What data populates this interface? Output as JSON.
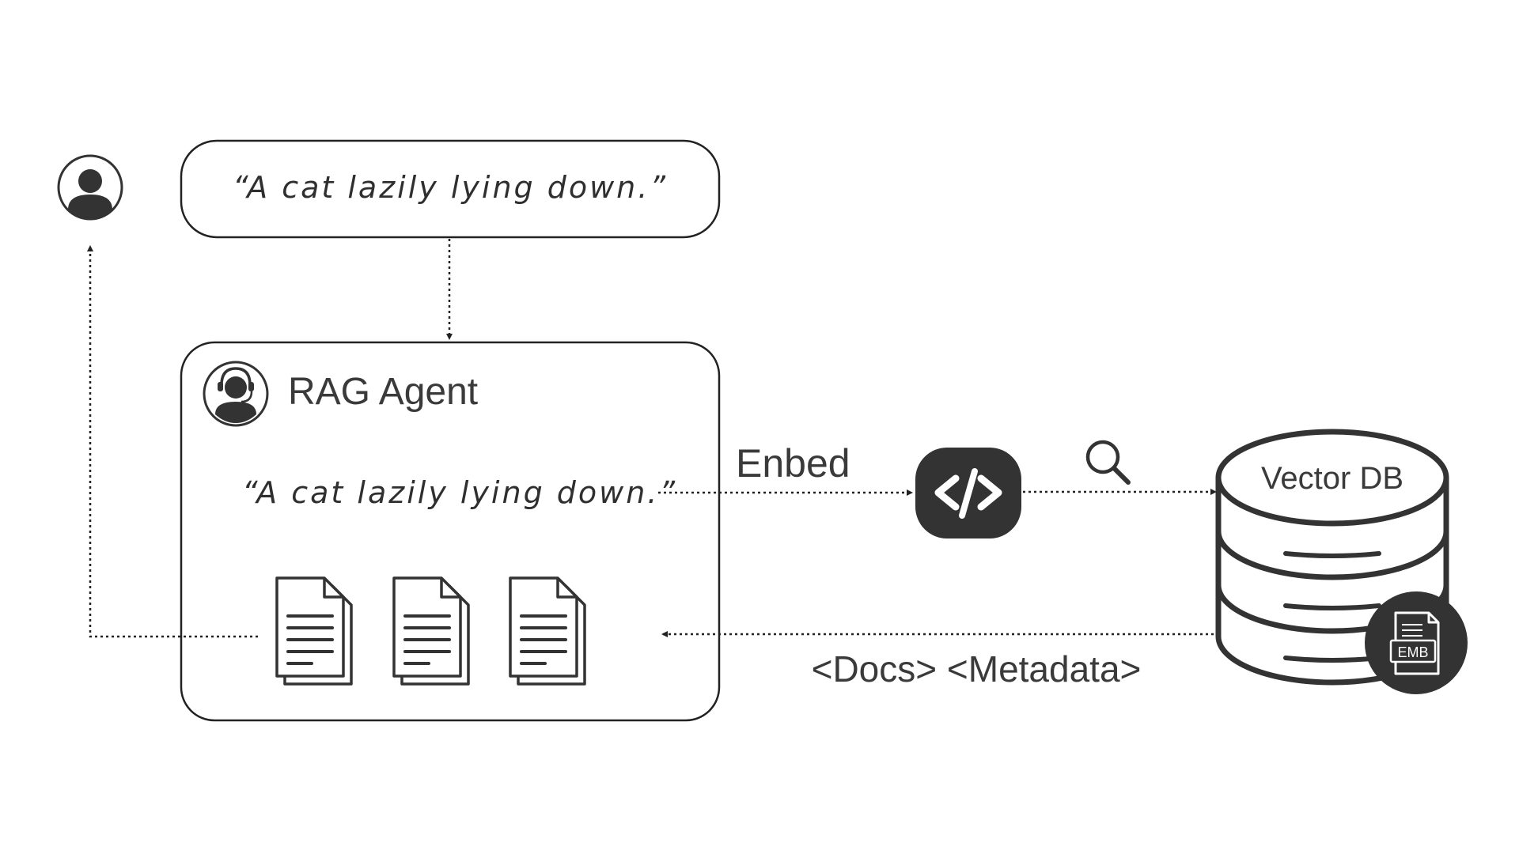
{
  "query": {
    "text": "“A cat lazily lying down.”"
  },
  "agent": {
    "title": "RAG Agent",
    "query_text": "“A cat lazily lying down.”"
  },
  "embed": {
    "label": "Enbed"
  },
  "vector_db": {
    "title": "Vector DB",
    "badge_label": "EMB"
  },
  "results": {
    "label": "<Docs> <Metadata>"
  },
  "icons": {
    "user": "user-icon",
    "agent": "support-agent-icon",
    "document": "document-icon",
    "code": "code-icon",
    "search": "magnifier-icon",
    "database": "database-icon",
    "file": "file-icon"
  },
  "colors": {
    "ink": "#333333",
    "dark_fill": "#333333",
    "background": "#ffffff"
  }
}
